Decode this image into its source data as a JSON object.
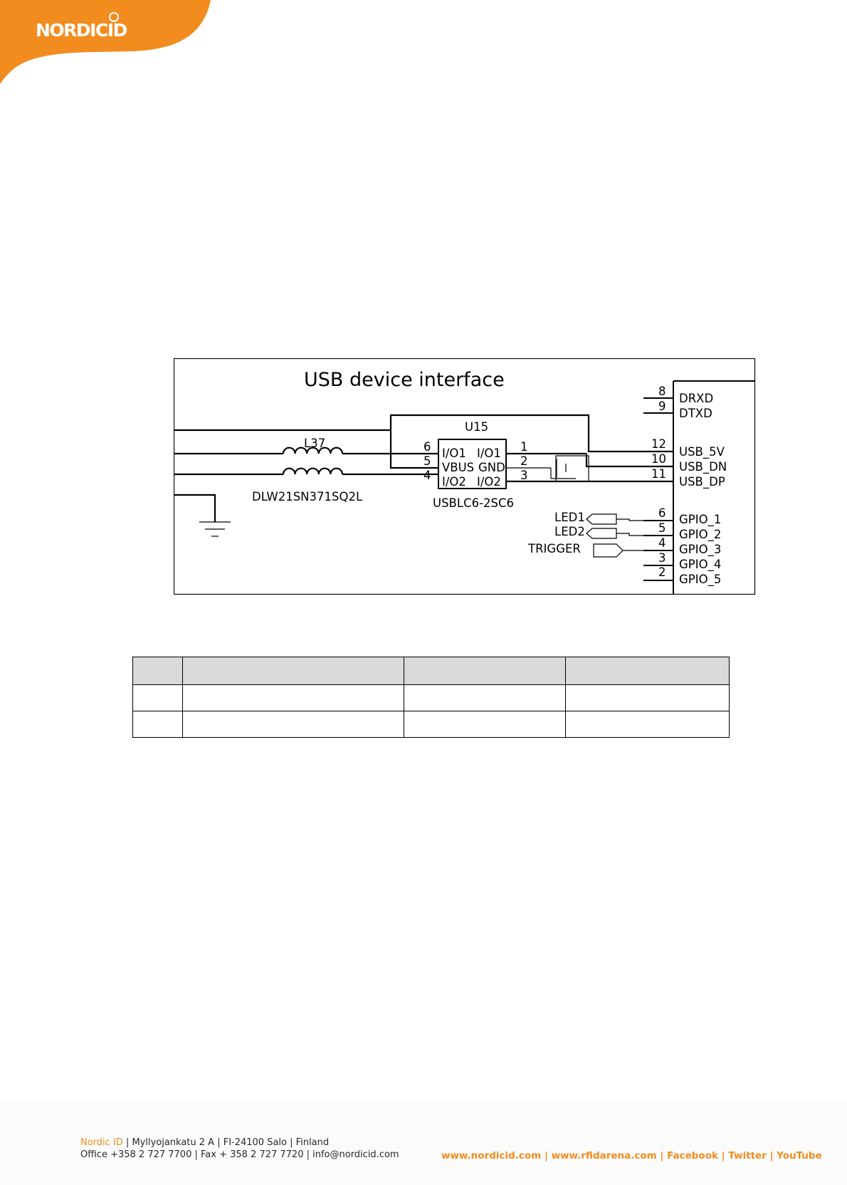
{
  "brand": {
    "logo_text": "NORDICID",
    "accent_color": "#f28c1e"
  },
  "schematic": {
    "title": "USB device interface",
    "components": {
      "inductor_ref": "L37",
      "inductor_part": "DLW21SN371SQ2L",
      "ic_ref": "U15",
      "ic_part": "USBLC6-2SC6"
    },
    "ic_pins_left": [
      {
        "num": "6",
        "name": "I/O1"
      },
      {
        "num": "5",
        "name": "VBUS"
      },
      {
        "num": "4",
        "name": "I/O2"
      }
    ],
    "ic_pins_right": [
      {
        "num": "1",
        "name": "I/O1"
      },
      {
        "num": "2",
        "name": "GND"
      },
      {
        "num": "3",
        "name": "I/O2"
      }
    ],
    "connector_pins": [
      {
        "num": "8",
        "name": "DRXD"
      },
      {
        "num": "9",
        "name": "DTXD"
      },
      {
        "num": "12",
        "name": "USB_5V"
      },
      {
        "num": "10",
        "name": "USB_DN"
      },
      {
        "num": "11",
        "name": "USB_DP"
      },
      {
        "num": "6",
        "name": "GPIO_1"
      },
      {
        "num": "5",
        "name": "GPIO_2"
      },
      {
        "num": "4",
        "name": "GPIO_3"
      },
      {
        "num": "3",
        "name": "GPIO_4"
      },
      {
        "num": "2",
        "name": "GPIO_5"
      }
    ],
    "net_labels": [
      "LED1",
      "LED2",
      "TRIGGER"
    ]
  },
  "table": {
    "headers": [
      "",
      "",
      "",
      ""
    ],
    "rows": [
      [
        "",
        "",
        "",
        ""
      ],
      [
        "",
        "",
        "",
        ""
      ]
    ]
  },
  "footer": {
    "company": "Nordic ID",
    "address": " | Myllyojankatu 2 A | FI-24100 Salo | Finland",
    "contact": "Office +358 2 727 7700 | Fax + 358 2 727 7720 | info@nordicid.com",
    "links": "www.nordicid.com | www.rfidarena.com | Facebook | Twitter | YouTube"
  }
}
